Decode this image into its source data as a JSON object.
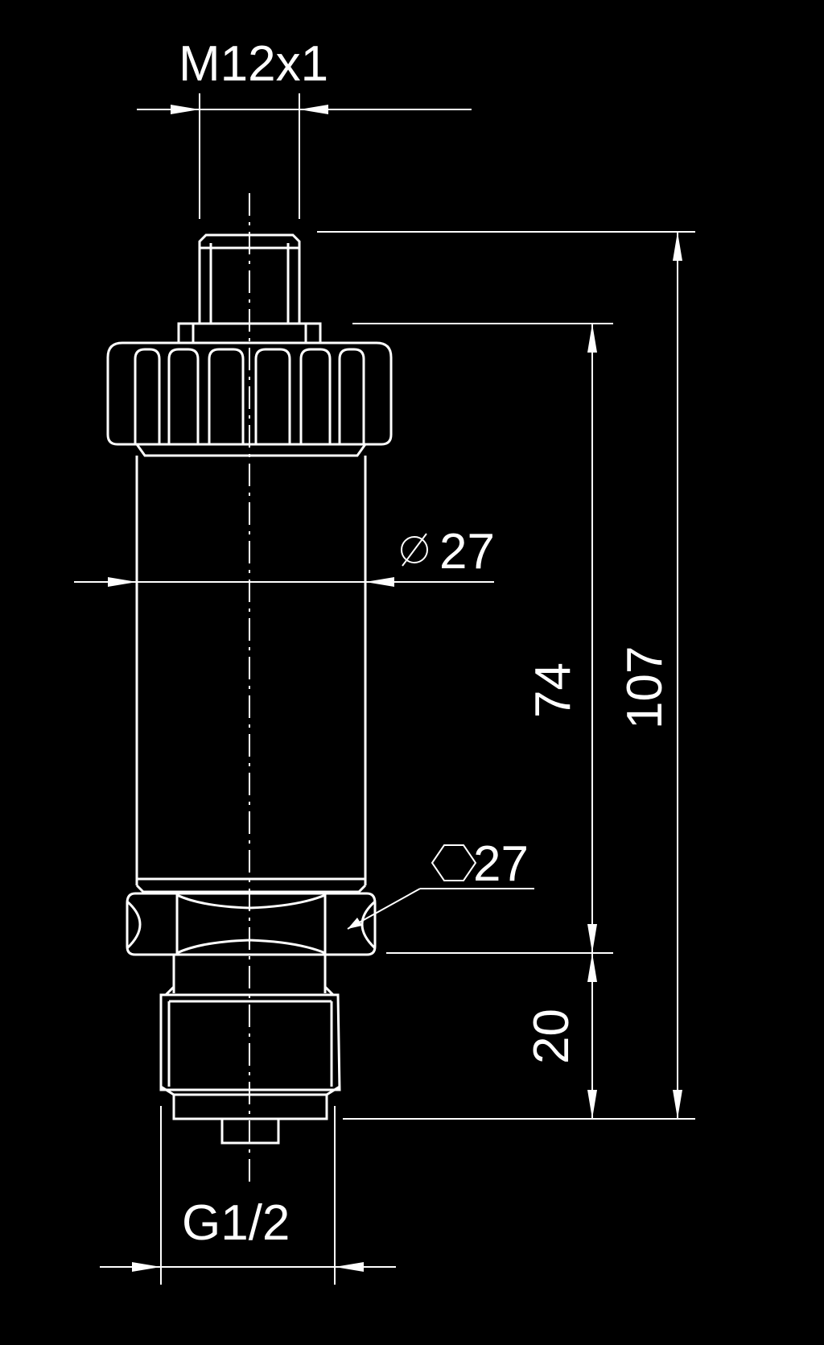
{
  "dimensions": {
    "thread_top": "M12x1",
    "diameter_body": "27",
    "hex_size": "27",
    "length_body": "74",
    "length_total": "107",
    "length_thread": "20",
    "thread_bottom": "G1/2"
  },
  "symbols": {
    "diameter": "diameter-symbol",
    "hexagon": "hexagon-symbol"
  },
  "colors": {
    "background": "#000000",
    "lines": "#ffffff"
  }
}
